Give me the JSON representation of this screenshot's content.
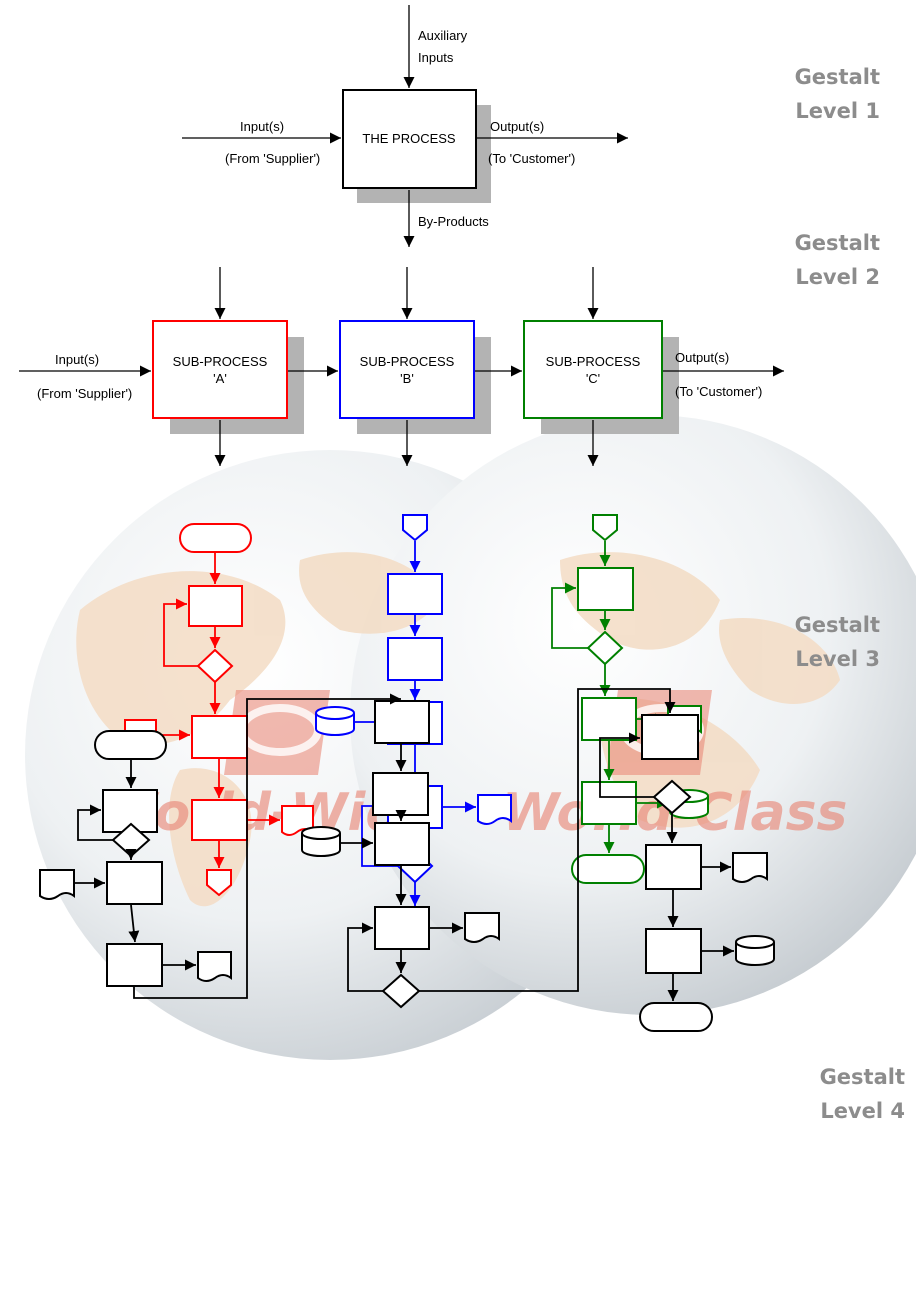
{
  "levels": {
    "l1_word": "Gestalt",
    "l1_num": "Level 1",
    "l2_word": "Gestalt",
    "l2_num": "Level 2",
    "l3_word": "Gestalt",
    "l3_num": "Level 3",
    "l4_word": "Gestalt",
    "l4_num": "Level 4",
    "color": "#8c8c8c"
  },
  "level1": {
    "auxiliary_line1": "Auxiliary",
    "auxiliary_line2": "Inputs",
    "process": "THE PROCESS",
    "input": "Input(s)",
    "input_source": "(From 'Supplier')",
    "output": "Output(s)",
    "output_dest": "(To 'Customer')",
    "byproducts": "By-Products"
  },
  "level2": {
    "input": "Input(s)",
    "input_source": "(From 'Supplier')",
    "output": "Output(s)",
    "output_dest": "(To 'Customer')",
    "subprocesses": [
      {
        "line1": "SUB-PROCESS",
        "line2": "'A'",
        "color": "#ff0000"
      },
      {
        "line1": "SUB-PROCESS",
        "line2": "'B'",
        "color": "#0000ff"
      },
      {
        "line1": "SUB-PROCESS",
        "line2": "'C'",
        "color": "#008000"
      }
    ]
  },
  "watermark": {
    "left": "World-Wide",
    "right": "World-Class"
  }
}
